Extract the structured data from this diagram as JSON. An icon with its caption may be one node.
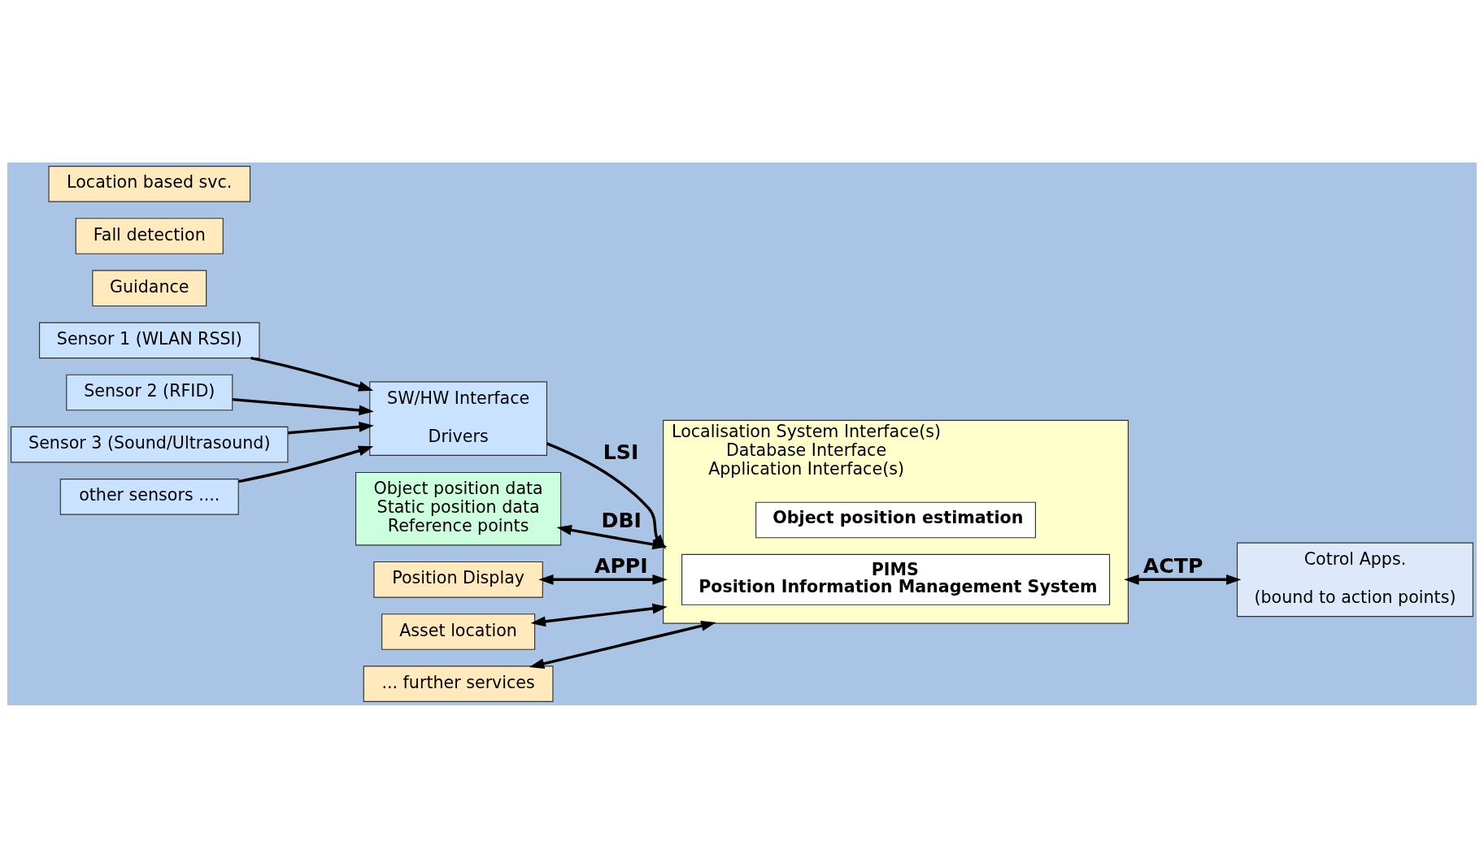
{
  "diagram": {
    "nodes": [
      {
        "text": [
          "Sensor 1 (WLAN RSSI)"
        ]
      },
      {
        "text": [
          "Sensor 2 (RFID)"
        ]
      },
      {
        "text": [
          "Sensor 3 (Sound/Ultrasound)"
        ]
      },
      {
        "text": [
          "other sensors ...."
        ]
      },
      {
        "text": [
          "SW/HW Interface",
          "Drivers"
        ]
      },
      {
        "text": [
          "Localisation System Interface(s)",
          "Database Interface",
          "Application Interface(s)"
        ]
      },
      {
        "text": [
          "Object position estimation"
        ],
        "in": 5
      },
      {
        "text": [
          "PIMS",
          "Position Information Management System"
        ],
        "in": 5
      },
      {
        "text": [
          "Cotrol Apps.",
          "(bound to action points)"
        ]
      },
      {
        "text": [
          "Object position data",
          "Static position data",
          "Reference points"
        ]
      },
      {
        "text": [
          "Guidance"
        ]
      },
      {
        "text": [
          "Position Display"
        ]
      },
      {
        "text": [
          "Fall detection"
        ]
      },
      {
        "text": [
          "Asset location"
        ]
      },
      {
        "text": [
          "Location based svc."
        ]
      },
      {
        "text": [
          "... further services"
        ]
      }
    ],
    "edges": [
      {
        "from": 0,
        "to": 4,
        "arrow": "to"
      },
      {
        "from": 1,
        "to": 4,
        "arrow": "to"
      },
      {
        "from": 2,
        "to": 4,
        "arrow": "to"
      },
      {
        "from": 3,
        "to": 4,
        "arrow": "to"
      },
      {
        "from": 4,
        "to": 5,
        "arrow": "to",
        "label": "LSI"
      },
      {
        "from": 9,
        "to": 5,
        "arrow": "both",
        "label": "DBI"
      },
      {
        "from": 11,
        "to": 5,
        "arrow": "both",
        "label": "APPI"
      },
      {
        "from": 13,
        "to": 5,
        "arrow": "both"
      },
      {
        "from": 15,
        "to": 5,
        "arrow": "both"
      },
      {
        "from": 5,
        "to": 8,
        "arrow": "both",
        "label": "ACTP"
      }
    ]
  }
}
